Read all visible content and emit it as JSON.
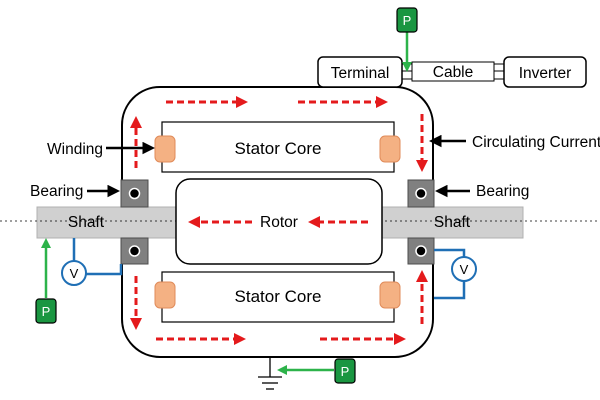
{
  "labels": {
    "terminal": "Terminal",
    "cable": "Cable",
    "inverter": "Inverter",
    "winding": "Winding",
    "stator_core_top": "Stator Core",
    "stator_core_bottom": "Stator Core",
    "circulating_current": "Circulating Current",
    "bearing_left": "Bearing",
    "bearing_right": "Bearing",
    "shaft_left": "Shaft",
    "shaft_right": "Shaft",
    "rotor": "Rotor",
    "voltmeter_left": "V",
    "voltmeter_right": "V",
    "probe_top": "P",
    "probe_left": "P",
    "probe_ground": "P"
  },
  "colors": {
    "current_arrow": "#e41a1c",
    "probe_fill": "#1a9641",
    "probe_line": "#2db34a",
    "voltmeter_wire": "#1f6fb5",
    "winding_end": "#f4b183",
    "bearing_block": "#808080",
    "shaft": "#d0d0d0",
    "pointer_arrow": "#000000"
  }
}
